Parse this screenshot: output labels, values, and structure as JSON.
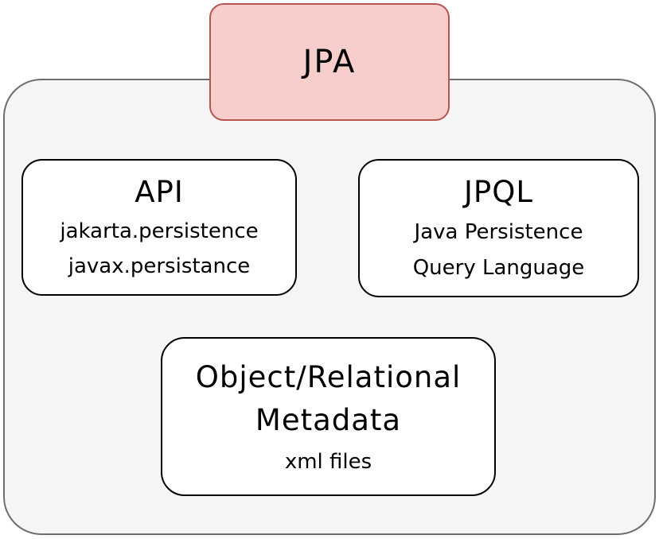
{
  "diagram": {
    "jpa_box": {
      "label": "JPA"
    },
    "api_box": {
      "title": "API",
      "line1": "jakarta.persistence",
      "line2": "javax.persistance"
    },
    "jpql_box": {
      "title": "JPQL",
      "line1": "Java Persistence",
      "line2": "Query Language"
    },
    "metadata_box": {
      "title_line1": "Object/Relational",
      "title_line2": "Metadata",
      "line1": "xml files"
    },
    "colors": {
      "jpa_fill": "#f8cecc",
      "jpa_stroke": "#b85450",
      "container_fill": "#f5f5f5",
      "container_stroke": "#6e6e6e",
      "inner_box_fill": "#ffffff",
      "inner_box_stroke": "#000000",
      "text": "#000000"
    }
  }
}
